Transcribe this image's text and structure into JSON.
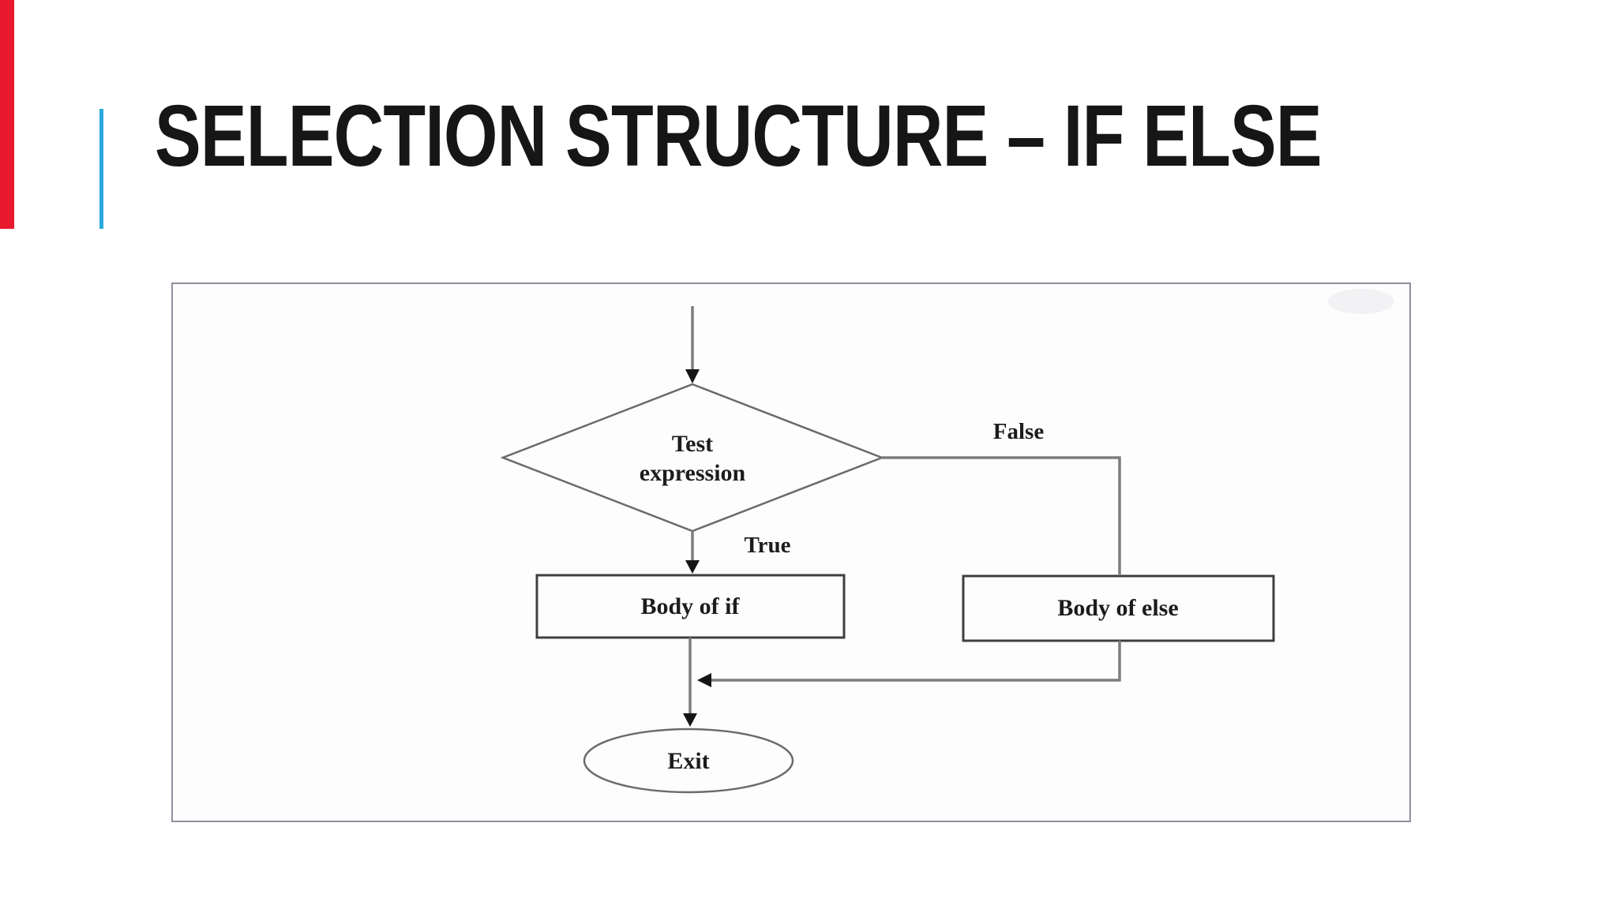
{
  "slide": {
    "title": "SELECTION STRUCTURE – IF ELSE"
  },
  "accents": {
    "red_bar_color": "#e8192d",
    "blue_line_color": "#2aa8dc",
    "title_color": "#161616"
  },
  "flowchart": {
    "decision": {
      "line1": "Test",
      "line2": "expression"
    },
    "branch_true_label": "True",
    "branch_false_label": "False",
    "if_box_label": "Body of if",
    "else_box_label": "Body of else",
    "exit_label": "Exit"
  }
}
